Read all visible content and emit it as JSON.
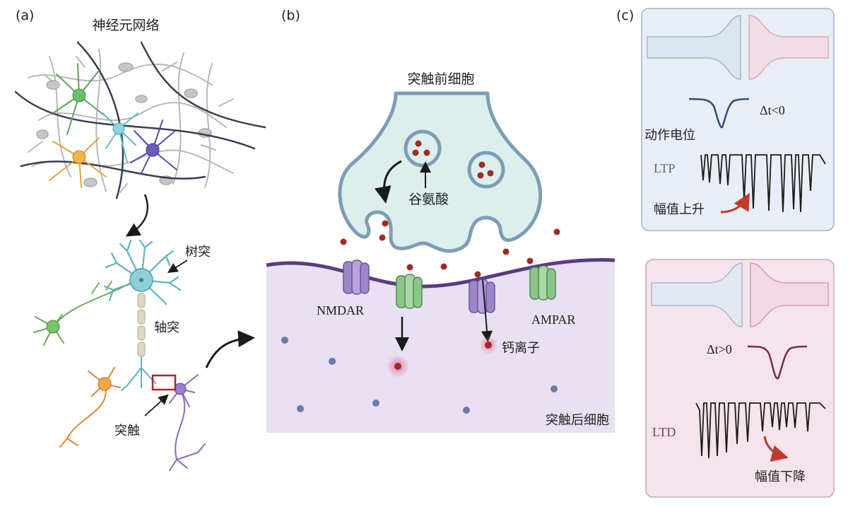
{
  "panel_a": {
    "tag": "(a)",
    "network_title": "神经元网络",
    "dendrite": "树突",
    "axon": "轴突",
    "synapse": "突触"
  },
  "panel_b": {
    "tag": "(b)",
    "presynaptic": "突触前细胞",
    "glutamate": "谷氨酸",
    "nmdar": "NMDAR",
    "ampar": "AMPAR",
    "calcium": "钙离子",
    "postsynaptic": "突触后细胞"
  },
  "panel_c": {
    "tag": "(c)",
    "top": {
      "action_potential": "动作电位",
      "dt": "Δt<0",
      "label": "LTP",
      "amplitude": "幅值上升"
    },
    "bottom": {
      "dt": "Δt>0",
      "label": "LTD",
      "amplitude": "幅值下降"
    }
  },
  "colors": {
    "presynaptic_fill": "#dcefed",
    "presynaptic_stroke": "#7d9db6",
    "vesicle": "#a02a24",
    "postsynaptic_fill": "#e9e0f1",
    "membrane": "#5a3a85",
    "ltp_panel": "#e9eef6",
    "ltd_panel": "#f4e4ec",
    "arrow_red": "#c0392b"
  }
}
